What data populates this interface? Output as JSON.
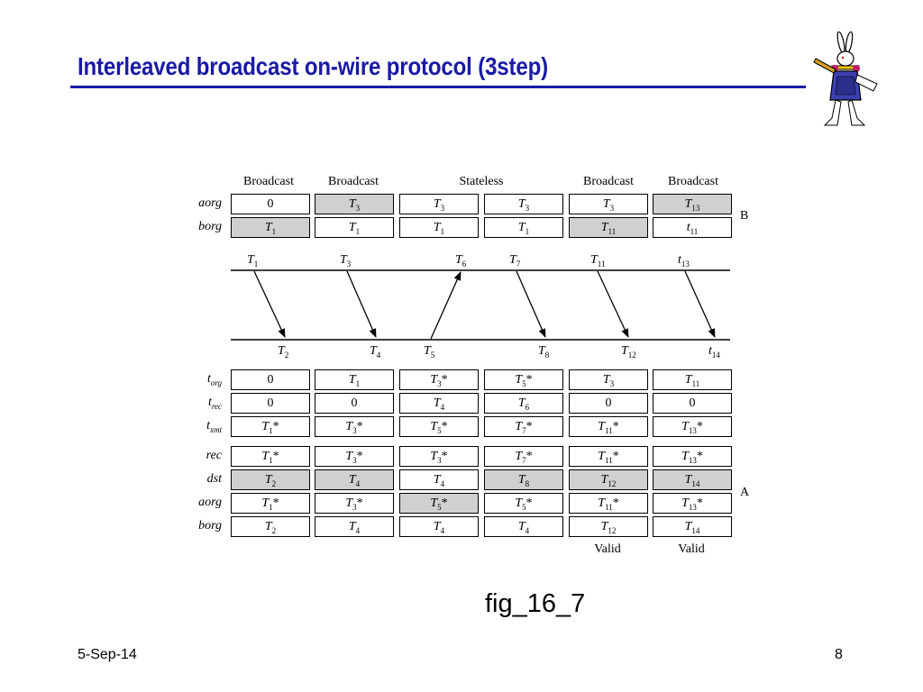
{
  "title": "Interleaved broadcast on-wire protocol (3step)",
  "figure_label": "fig_16_7",
  "footer": {
    "date": "5-Sep-14",
    "page": "8"
  },
  "column_headers": [
    "Broadcast",
    "Broadcast",
    "Stateless",
    "Broadcast",
    "Broadcast"
  ],
  "side_labels": {
    "b": "B",
    "a": "A"
  },
  "row_labels": {
    "b_aorg": "aorg",
    "b_borg": "borg",
    "torg_base": "t",
    "torg_sub": "org",
    "trec_base": "t",
    "trec_sub": "rec",
    "txmt_base": "t",
    "txmt_sub": "xmt",
    "a_rec": "rec",
    "a_dst": "dst",
    "a_aorg": "aorg",
    "a_borg": "borg"
  },
  "b_aorg": [
    {
      "v": "0",
      "s": "",
      "x": "",
      "shade": false
    },
    {
      "v": "T",
      "s": "3",
      "x": "",
      "shade": true
    },
    {
      "v": "T",
      "s": "3",
      "x": "",
      "shade": false
    },
    {
      "v": "T",
      "s": "3",
      "x": "",
      "shade": false
    },
    {
      "v": "T",
      "s": "3",
      "x": "",
      "shade": false
    },
    {
      "v": "T",
      "s": "13",
      "x": "",
      "shade": true
    }
  ],
  "b_borg": [
    {
      "v": "T",
      "s": "1",
      "x": "",
      "shade": true
    },
    {
      "v": "T",
      "s": "1",
      "x": "",
      "shade": false
    },
    {
      "v": "T",
      "s": "1",
      "x": "",
      "shade": false
    },
    {
      "v": "T",
      "s": "1",
      "x": "",
      "shade": false
    },
    {
      "v": "T",
      "s": "11",
      "x": "",
      "shade": true
    },
    {
      "v": "t",
      "s": "11",
      "x": "",
      "shade": false
    }
  ],
  "timeline_top": [
    {
      "v": "T",
      "s": "1"
    },
    {
      "v": "T",
      "s": "3"
    },
    {
      "v": "T",
      "s": "6"
    },
    {
      "v": "T",
      "s": "7"
    },
    {
      "v": "T",
      "s": "11"
    },
    {
      "v": "t",
      "s": "13"
    }
  ],
  "timeline_bottom": [
    {
      "v": "T",
      "s": "2"
    },
    {
      "v": "T",
      "s": "4"
    },
    {
      "v": "T",
      "s": "5"
    },
    {
      "v": "T",
      "s": "8"
    },
    {
      "v": "T",
      "s": "12"
    },
    {
      "v": "t",
      "s": "14"
    }
  ],
  "a_torg": [
    {
      "v": "0",
      "s": "",
      "x": "",
      "shade": false
    },
    {
      "v": "T",
      "s": "1",
      "x": "",
      "shade": false
    },
    {
      "v": "T",
      "s": "3",
      "x": "*",
      "shade": false
    },
    {
      "v": "T",
      "s": "5",
      "x": "*",
      "shade": false
    },
    {
      "v": "T",
      "s": "3",
      "x": "",
      "shade": false
    },
    {
      "v": "T",
      "s": "11",
      "x": "",
      "shade": false
    }
  ],
  "a_trec": [
    {
      "v": "0",
      "s": "",
      "x": "",
      "shade": false
    },
    {
      "v": "0",
      "s": "",
      "x": "",
      "shade": false
    },
    {
      "v": "T",
      "s": "4",
      "x": "",
      "shade": false
    },
    {
      "v": "T",
      "s": "6",
      "x": "",
      "shade": false
    },
    {
      "v": "0",
      "s": "",
      "x": "",
      "shade": false
    },
    {
      "v": "0",
      "s": "",
      "x": "",
      "shade": false
    }
  ],
  "a_txmt": [
    {
      "v": "T",
      "s": "1",
      "x": "*",
      "shade": false
    },
    {
      "v": "T",
      "s": "3",
      "x": "*",
      "shade": false
    },
    {
      "v": "T",
      "s": "5",
      "x": "*",
      "shade": false
    },
    {
      "v": "T",
      "s": "7",
      "x": "*",
      "shade": false
    },
    {
      "v": "T",
      "s": "11",
      "x": "*",
      "shade": false
    },
    {
      "v": "T",
      "s": "13",
      "x": "*",
      "shade": false
    }
  ],
  "a_rec": [
    {
      "v": "T",
      "s": "1",
      "x": "*",
      "shade": false
    },
    {
      "v": "T",
      "s": "3",
      "x": "*",
      "shade": false
    },
    {
      "v": "T",
      "s": "3",
      "x": "*",
      "shade": false
    },
    {
      "v": "T",
      "s": "7",
      "x": "*",
      "shade": false
    },
    {
      "v": "T",
      "s": "11",
      "x": "*",
      "shade": false
    },
    {
      "v": "T",
      "s": "13",
      "x": "*",
      "shade": false
    }
  ],
  "a_dst": [
    {
      "v": "T",
      "s": "2",
      "x": "",
      "shade": true
    },
    {
      "v": "T",
      "s": "4",
      "x": "",
      "shade": true
    },
    {
      "v": "T",
      "s": "4",
      "x": "",
      "shade": false
    },
    {
      "v": "T",
      "s": "8",
      "x": "",
      "shade": true
    },
    {
      "v": "T",
      "s": "12",
      "x": "",
      "shade": true
    },
    {
      "v": "T",
      "s": "14",
      "x": "",
      "shade": true
    }
  ],
  "a_aorg": [
    {
      "v": "T",
      "s": "1",
      "x": "*",
      "shade": false
    },
    {
      "v": "T",
      "s": "3",
      "x": "*",
      "shade": false
    },
    {
      "v": "T",
      "s": "5",
      "x": "*",
      "shade": true
    },
    {
      "v": "T",
      "s": "5",
      "x": "*",
      "shade": false
    },
    {
      "v": "T",
      "s": "11",
      "x": "*",
      "shade": false
    },
    {
      "v": "T",
      "s": "13",
      "x": "*",
      "shade": false
    }
  ],
  "a_borg": [
    {
      "v": "T",
      "s": "2",
      "x": "",
      "shade": false
    },
    {
      "v": "T",
      "s": "4",
      "x": "",
      "shade": false
    },
    {
      "v": "T",
      "s": "4",
      "x": "",
      "shade": false
    },
    {
      "v": "T",
      "s": "4",
      "x": "",
      "shade": false
    },
    {
      "v": "T",
      "s": "12",
      "x": "",
      "shade": false
    },
    {
      "v": "T",
      "s": "14",
      "x": "",
      "shade": false
    }
  ],
  "status_labels": [
    "",
    "",
    "",
    "",
    "Valid",
    "Valid"
  ]
}
